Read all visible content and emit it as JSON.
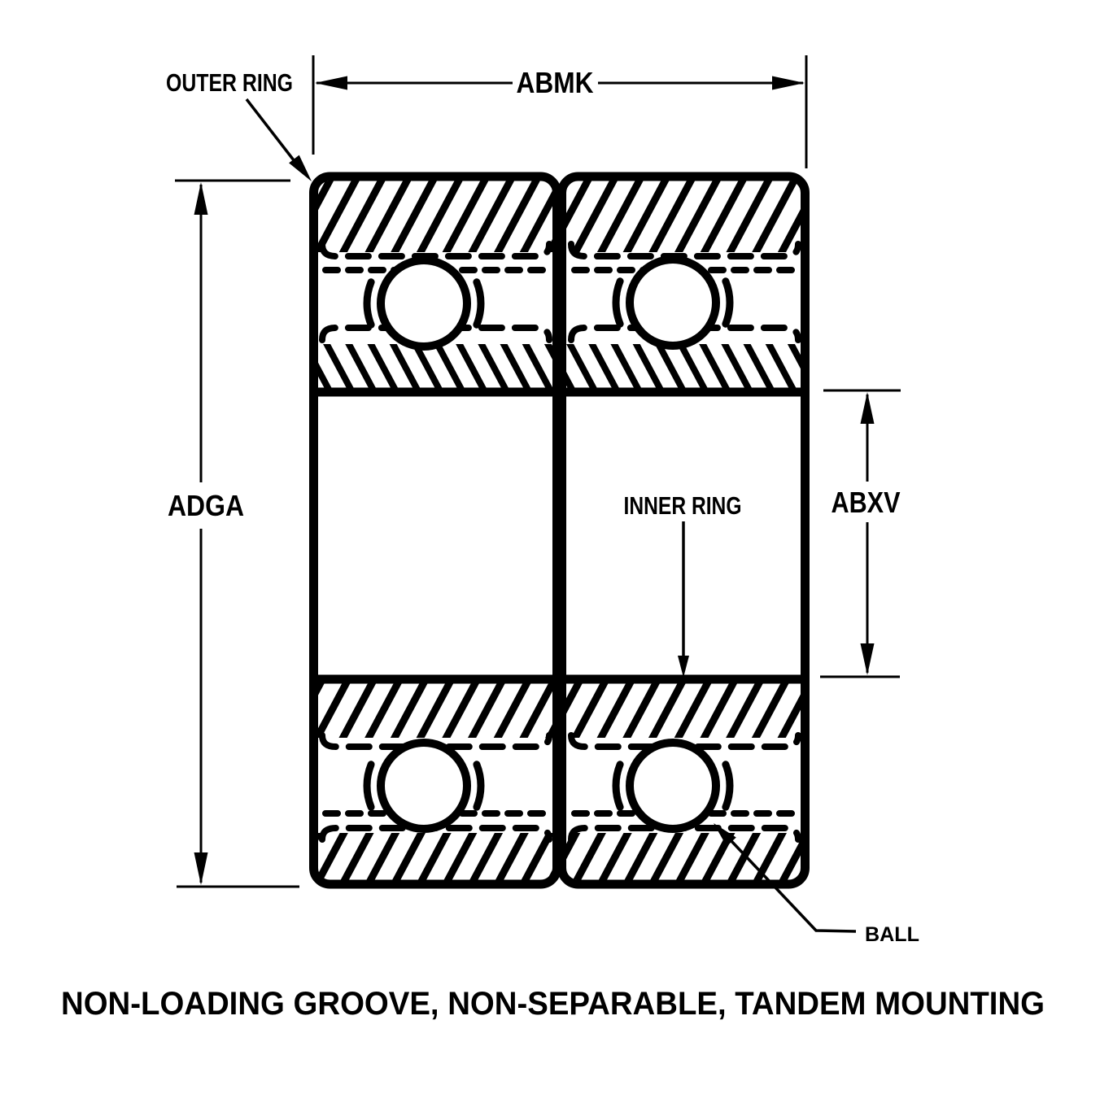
{
  "title": "NON-LOADING GROOVE, NON-SEPARABLE, TANDEM MOUNTING",
  "labels": {
    "outer_ring": "OUTER RING",
    "inner_ring": "INNER RING",
    "ball": "BALL"
  },
  "dimensions": {
    "width": "ABMK",
    "outer_diameter": "ADGA",
    "inner_ring_section": "ABXV"
  },
  "colors": {
    "ink": "#000000",
    "paper": "#ffffff"
  }
}
